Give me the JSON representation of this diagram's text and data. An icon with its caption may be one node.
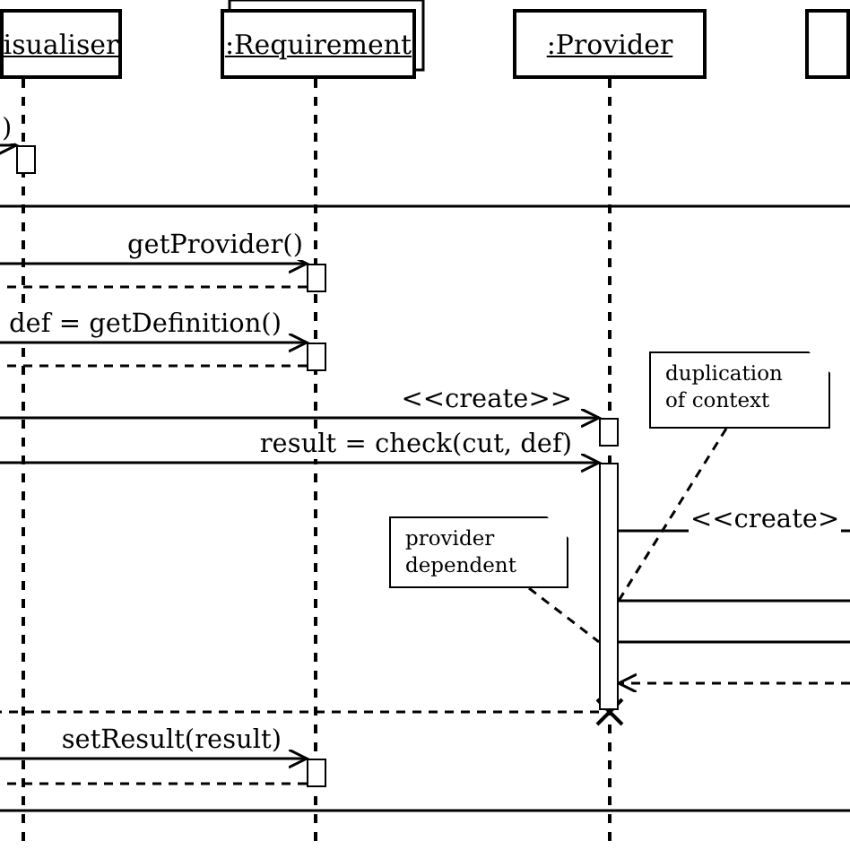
{
  "diagram": {
    "nodes": [
      {
        "text": [
          "isualiser"
        ]
      },
      {
        "text": [
          ":Requirement"
        ]
      },
      {
        "text": [
          ":Provider"
        ]
      },
      {
        "text": [],
        "shape": "box"
      },
      {
        "text": [
          "duplication of context"
        ]
      },
      {
        "text": [
          "provider dependent"
        ]
      },
      {
        "text": [],
        "shape": "bar"
      },
      {
        "text": [],
        "shape": "bar"
      },
      {
        "text": [],
        "shape": "bar"
      },
      {
        "text": [],
        "shape": "bar"
      },
      {
        "text": [],
        "shape": "bar"
      },
      {
        "text": [],
        "shape": "bar"
      }
    ],
    "edges": [
      {
        "from": null,
        "to": 6,
        "arrow": "to",
        "label": ")"
      },
      {
        "from": null,
        "to": 7,
        "arrow": "to",
        "label": "getProvider()"
      },
      {
        "from": 7,
        "to": null,
        "arrow": "none",
        "style": "dashed"
      },
      {
        "from": null,
        "to": 8,
        "arrow": "to",
        "label": "def = getDefinition()"
      },
      {
        "from": 8,
        "to": null,
        "arrow": "none",
        "style": "dashed"
      },
      {
        "from": null,
        "to": 9,
        "arrow": "to",
        "label": "<<create>>"
      },
      {
        "from": null,
        "to": 10,
        "arrow": "to",
        "label": "result = check(cut, def)"
      },
      {
        "from": 10,
        "to": null,
        "arrow": "none",
        "label": "<<create>"
      },
      {
        "from": 10,
        "to": null,
        "arrow": "none"
      },
      {
        "from": 10,
        "to": null,
        "arrow": "none"
      },
      {
        "from": null,
        "to": 10,
        "arrow": "to",
        "style": "dashed"
      },
      {
        "from": 10,
        "to": null,
        "arrow": "none",
        "style": "dashed"
      },
      {
        "from": null,
        "to": 11,
        "arrow": "to",
        "label": "setResult(result)"
      },
      {
        "from": 11,
        "to": null,
        "arrow": "none",
        "style": "dashed"
      },
      {
        "from": 4,
        "to": 10,
        "arrow": "none",
        "style": "dashed"
      },
      {
        "from": 5,
        "to": 10,
        "arrow": "none",
        "style": "dashed"
      }
    ]
  }
}
